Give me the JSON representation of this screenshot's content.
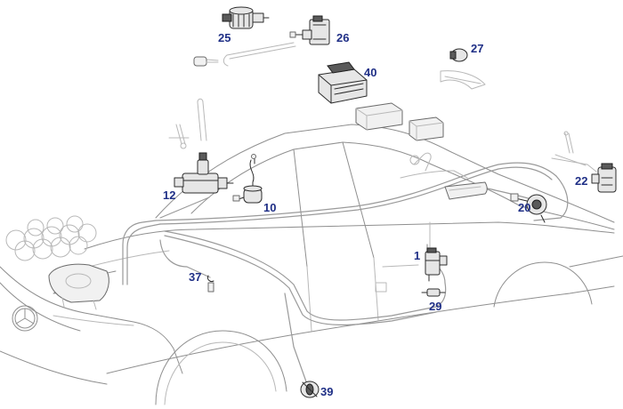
{
  "diagram": {
    "label_color": "#1f2f86",
    "callouts": [
      {
        "id": "c25",
        "text": "25"
      },
      {
        "id": "c26",
        "text": "26"
      },
      {
        "id": "c27",
        "text": "27"
      },
      {
        "id": "c40",
        "text": "40"
      },
      {
        "id": "c22",
        "text": "22"
      },
      {
        "id": "c20",
        "text": "20"
      },
      {
        "id": "c12",
        "text": "12"
      },
      {
        "id": "c10",
        "text": "10"
      },
      {
        "id": "c1",
        "text": "1"
      },
      {
        "id": "c29",
        "text": "29"
      },
      {
        "id": "c37",
        "text": "37"
      },
      {
        "id": "c39",
        "text": "39"
      }
    ]
  }
}
